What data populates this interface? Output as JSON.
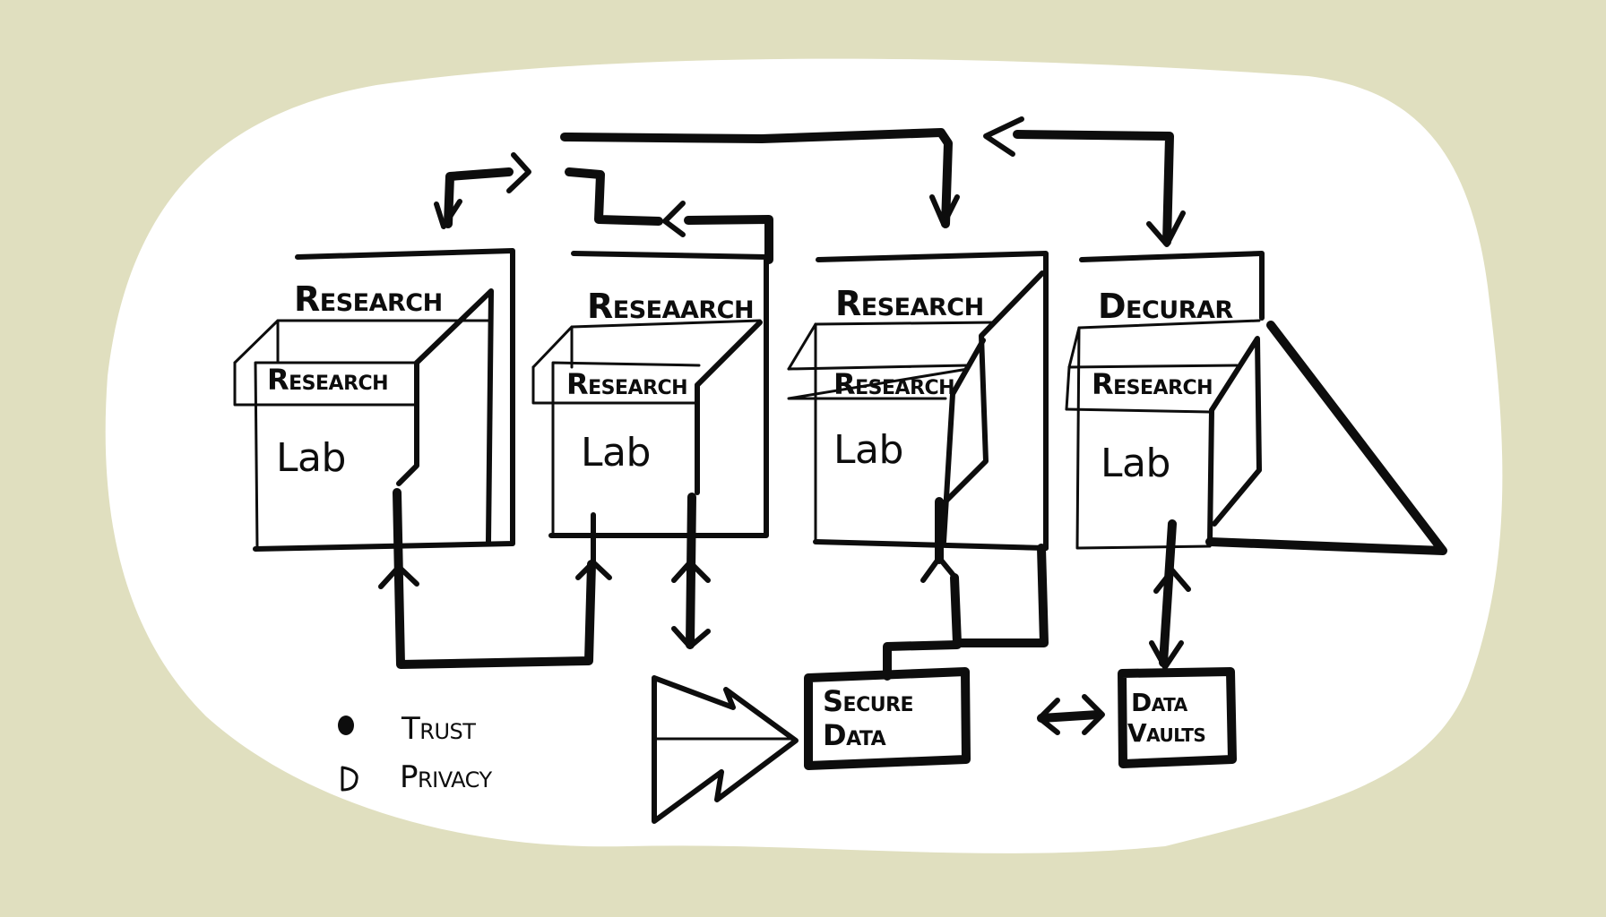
{
  "diagram": {
    "background_color": "#e0dfbf",
    "panel_color": "#ffffff",
    "ink_color": "#0d0d0d",
    "lab_units": [
      {
        "header": "Research",
        "sub_header": "Research",
        "body": "Lab"
      },
      {
        "header": "Reseaarch",
        "sub_header": "Research",
        "body": "Lab"
      },
      {
        "header": "Research",
        "sub_header": "Research",
        "body": "Lab"
      },
      {
        "header": "Decurar",
        "sub_header": "Research",
        "body": "Lab"
      }
    ],
    "stores": {
      "secure_data": {
        "line1": "Secure",
        "line2": "Data"
      },
      "data_vaults": {
        "line1": "Data",
        "line2": "Vaults"
      }
    },
    "legend": [
      {
        "marker": "filled-dot",
        "label": "Trust"
      },
      {
        "marker": "D-glyph",
        "marker_text": "D",
        "label": "Privacy"
      }
    ]
  }
}
